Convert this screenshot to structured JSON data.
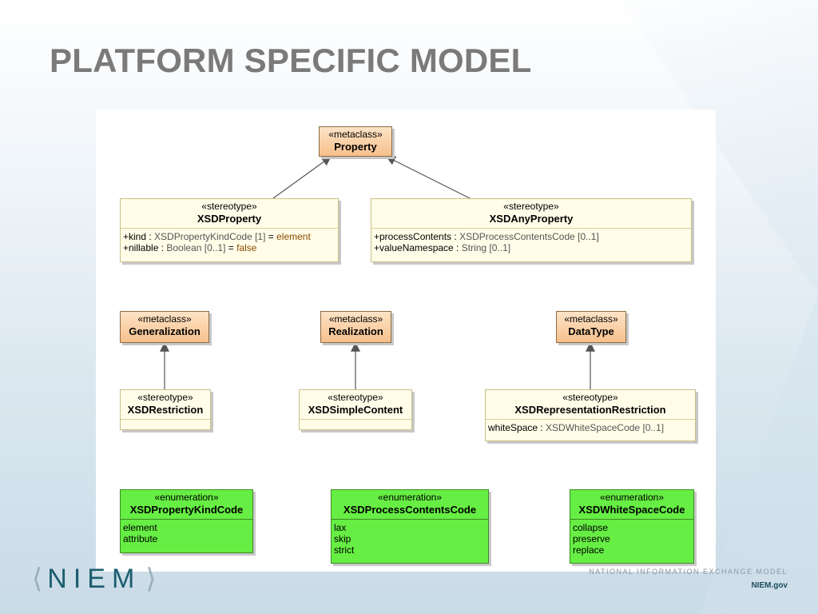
{
  "slide": {
    "title": "PLATFORM SPECIFIC MODEL"
  },
  "diagram": {
    "boxes": {
      "property": {
        "stereotype": "«metaclass»",
        "name": "Property"
      },
      "xsd_property": {
        "stereotype": "«stereotype»",
        "name": "XSDProperty",
        "attrs": [
          {
            "prefix": "+kind : ",
            "type": "XSDPropertyKindCode [1]",
            "eq": " = ",
            "default": "element"
          },
          {
            "prefix": "+nillable : ",
            "type": "Boolean [0..1]",
            "eq": " = ",
            "default": "false"
          }
        ]
      },
      "xsd_any_property": {
        "stereotype": "«stereotype»",
        "name": "XSDAnyProperty",
        "attrs": [
          {
            "prefix": "+processContents : ",
            "type": "XSDProcessContentsCode [0..1]"
          },
          {
            "prefix": "+valueNamespace : ",
            "type": "String [0..1]"
          }
        ]
      },
      "generalization": {
        "stereotype": "«metaclass»",
        "name": "Generalization"
      },
      "realization": {
        "stereotype": "«metaclass»",
        "name": "Realization"
      },
      "datatype": {
        "stereotype": "«metaclass»",
        "name": "DataType"
      },
      "xsd_restriction": {
        "stereotype": "«stereotype»",
        "name": "XSDRestriction"
      },
      "xsd_simple_content": {
        "stereotype": "«stereotype»",
        "name": "XSDSimpleContent"
      },
      "xsd_representation_restriction": {
        "stereotype": "«stereotype»",
        "name": "XSDRepresentationRestriction",
        "attrs": [
          {
            "prefix": "whiteSpace : ",
            "type": "XSDWhiteSpaceCode [0..1]"
          }
        ]
      },
      "xsd_property_kind_code": {
        "stereotype": "«enumeration»",
        "name": "XSDPropertyKindCode",
        "literals": [
          "element",
          "attribute"
        ]
      },
      "xsd_process_contents_code": {
        "stereotype": "«enumeration»",
        "name": "XSDProcessContentsCode",
        "literals": [
          "lax",
          "skip",
          "strict"
        ]
      },
      "xsd_white_space_code": {
        "stereotype": "«enumeration»",
        "name": "XSDWhiteSpaceCode",
        "literals": [
          "collapse",
          "preserve",
          "replace"
        ]
      }
    },
    "colors": {
      "metaclass": "#f7c08c",
      "stereotype": "#fffde8",
      "enumeration": "#66ee44",
      "connector": "#555555"
    }
  },
  "footer": {
    "logo_text": "NIEM",
    "tagline": "NATIONAL INFORMATION EXCHANGE MODEL",
    "site": "NIEM.gov"
  }
}
